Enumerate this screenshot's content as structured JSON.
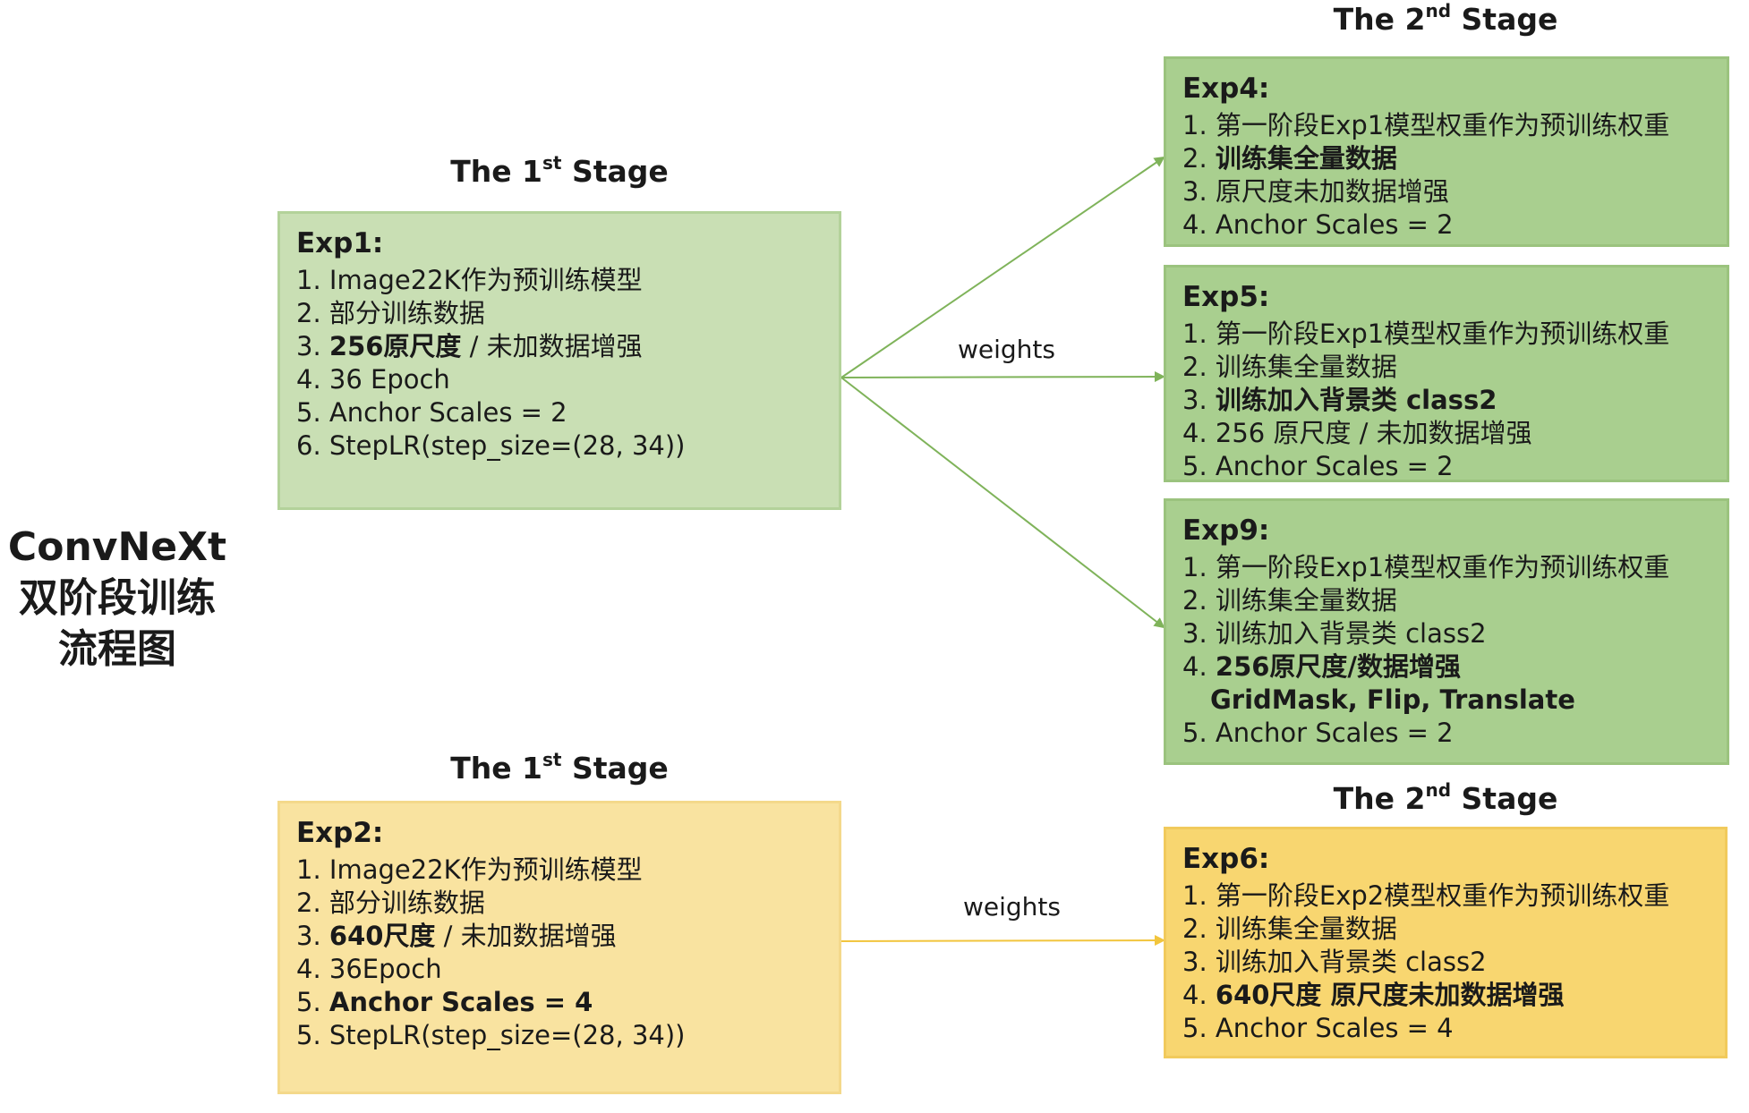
{
  "side_title": [
    "ConvNeXt",
    "双阶段训练",
    "流程图"
  ],
  "stage1_top": {
    "prefix": "The 1",
    "sup": "st",
    "suffix": " Stage"
  },
  "stage2_top": {
    "prefix": "The 2",
    "sup": "nd",
    "suffix": " Stage"
  },
  "stage1_bottom": {
    "prefix": "The 1",
    "sup": "st",
    "suffix": " Stage"
  },
  "stage2_bottom": {
    "prefix": "The 2",
    "sup": "nd",
    "suffix": " Stage"
  },
  "weights_label_top": "weights",
  "weights_label_bottom": "weights",
  "exp1": {
    "head": "Exp1:",
    "lines": [
      [
        {
          "t": "1. Image22K作为预训练模型"
        }
      ],
      [
        {
          "t": "2. 部分训练数据"
        }
      ],
      [
        {
          "t": "3. "
        },
        {
          "t": "256原尺度",
          "b": true
        },
        {
          "t": " / 未加数据增强"
        }
      ],
      [
        {
          "t": "4. 36 Epoch"
        }
      ],
      [
        {
          "t": "5. Anchor Scales = 2"
        }
      ],
      [
        {
          "t": "6. StepLR(step_size=(28, 34))"
        }
      ]
    ]
  },
  "exp2": {
    "head": "Exp2:",
    "lines": [
      [
        {
          "t": "1. Image22K作为预训练模型"
        }
      ],
      [
        {
          "t": "2. 部分训练数据"
        }
      ],
      [
        {
          "t": "3. "
        },
        {
          "t": "640尺度",
          "b": true
        },
        {
          "t": " / 未加数据增强"
        }
      ],
      [
        {
          "t": "4. 36Epoch"
        }
      ],
      [
        {
          "t": "5. "
        },
        {
          "t": "Anchor Scales = 4",
          "b": true
        }
      ],
      [
        {
          "t": "5. StepLR(step_size=(28, 34))"
        }
      ]
    ]
  },
  "exp4": {
    "head": "Exp4:",
    "lines": [
      [
        {
          "t": "1. 第一阶段Exp1模型权重作为预训练权重"
        }
      ],
      [
        {
          "t": "2. "
        },
        {
          "t": "训练集全量数据",
          "b": true
        }
      ],
      [
        {
          "t": "3. 原尺度未加数据增强"
        }
      ],
      [
        {
          "t": "4. Anchor Scales = 2"
        }
      ]
    ]
  },
  "exp5": {
    "head": "Exp5:",
    "lines": [
      [
        {
          "t": "1. 第一阶段Exp1模型权重作为预训练权重"
        }
      ],
      [
        {
          "t": "2. 训练集全量数据"
        }
      ],
      [
        {
          "t": "3. "
        },
        {
          "t": "训练加入背景类 class2",
          "b": true
        }
      ],
      [
        {
          "t": "4. 256 原尺度 / 未加数据增强"
        }
      ],
      [
        {
          "t": "5. Anchor Scales = 2"
        }
      ]
    ]
  },
  "exp9": {
    "head": "Exp9:",
    "lines": [
      [
        {
          "t": "1. 第一阶段Exp1模型权重作为预训练权重"
        }
      ],
      [
        {
          "t": "2. 训练集全量数据"
        }
      ],
      [
        {
          "t": "3. 训练加入背景类 class2"
        }
      ],
      [
        {
          "t": "4. "
        },
        {
          "t": "256原尺度/数据增强",
          "b": true
        }
      ],
      [
        {
          "t": "GridMask, Flip, Translate",
          "b": true,
          "indent": true
        }
      ],
      [
        {
          "t": "5. Anchor Scales = 2"
        }
      ]
    ]
  },
  "exp6": {
    "head": "Exp6:",
    "lines": [
      [
        {
          "t": "1. 第一阶段Exp2模型权重作为预训练权重"
        }
      ],
      [
        {
          "t": "2. 训练集全量数据"
        }
      ],
      [
        {
          "t": "3. 训练加入背景类 class2"
        }
      ],
      [
        {
          "t": "4. "
        },
        {
          "t": "640尺度 原尺度未加数据增强",
          "b": true
        }
      ],
      [
        {
          "t": "5. Anchor Scales = 4"
        }
      ]
    ]
  },
  "colors": {
    "green_arrow": "#7fb35a",
    "yellow_arrow": "#f2c53d"
  }
}
